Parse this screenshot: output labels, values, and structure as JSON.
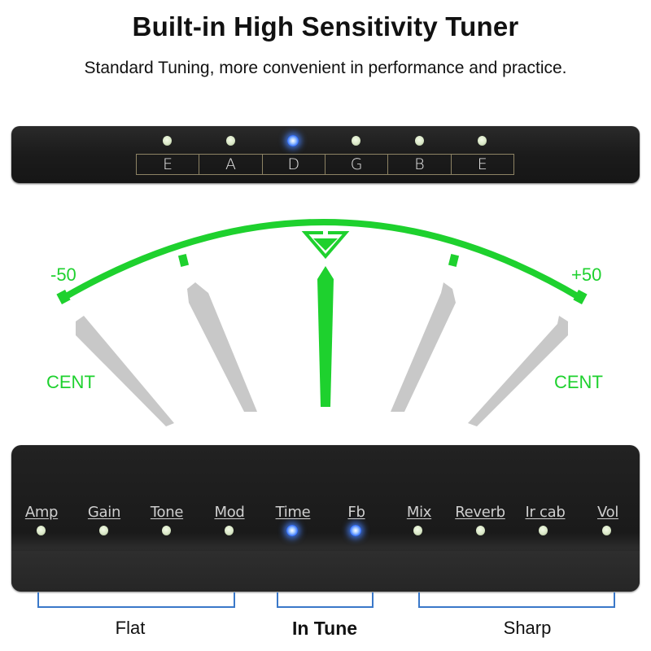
{
  "header": {
    "title": "Built-in High Sensitivity Tuner",
    "subtitle": "Standard Tuning, more convenient in performance and practice."
  },
  "string_selector": {
    "notes": [
      "E",
      "A",
      "D",
      "G",
      "B",
      "E"
    ],
    "active_note_index": 2,
    "led_colors": {
      "off": "#dbe8c8",
      "on": "#3a7bff"
    }
  },
  "gauge": {
    "left_range_label": "-50",
    "right_range_label": "+50",
    "left_unit_label": "CENT",
    "right_unit_label": "CENT",
    "active_needle": "center",
    "needle_positions": [
      "-50",
      "-25",
      "0",
      "+25",
      "+50"
    ],
    "accent_color": "#1ed12e",
    "inactive_color": "#c8c8c8"
  },
  "control_panel": {
    "knobs": [
      {
        "label": "Amp",
        "led": "off"
      },
      {
        "label": "Gain",
        "led": "off"
      },
      {
        "label": "Tone",
        "led": "off"
      },
      {
        "label": "Mod",
        "led": "off"
      },
      {
        "label": "Time",
        "led": "on"
      },
      {
        "label": "Fb",
        "led": "on"
      },
      {
        "label": "Mix",
        "led": "off"
      },
      {
        "label": "Reverb",
        "led": "off"
      },
      {
        "label": "Ir cab",
        "led": "off"
      },
      {
        "label": "Vol",
        "led": "off"
      }
    ]
  },
  "legend": {
    "flat": "Flat",
    "in_tune": "In Tune",
    "sharp": "Sharp",
    "bracket_color": "#3a78c9"
  }
}
